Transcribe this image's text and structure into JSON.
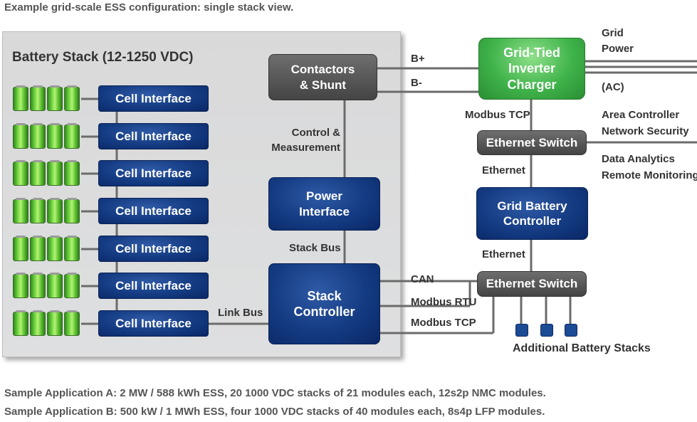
{
  "caption": "Example grid-scale ESS configuration: single stack view.",
  "stack_title": "Battery Stack (12-1250 VDC)",
  "cell_interface_label": "Cell Interface",
  "cell_interfaces": [
    "Cell Interface",
    "Cell Interface",
    "Cell Interface",
    "Cell Interface",
    "Cell Interface",
    "Cell Interface",
    "Cell Interface"
  ],
  "contactors": {
    "line1": "Contactors",
    "line2": "& Shunt"
  },
  "power_interface": {
    "line1": "Power",
    "line2": "Interface"
  },
  "stack_controller": {
    "line1": "Stack",
    "line2": "Controller"
  },
  "inverter": {
    "line1": "Grid-Tied",
    "line2": "Inverter",
    "line3": "Charger"
  },
  "ethernet_switch": "Ethernet Switch",
  "grid_battery_controller": {
    "line1": "Grid Battery",
    "line2": "Controller"
  },
  "labels": {
    "b_plus": "B+",
    "b_minus": "B-",
    "control_meas_1": "Control &",
    "control_meas_2": "Measurement",
    "stack_bus": "Stack Bus",
    "link_bus": "Link Bus",
    "can": "CAN",
    "modbus_rtu": "Modbus RTU",
    "modbus_tcp": "Modbus TCP",
    "modbus_tcp_inverter": "Modbus TCP",
    "grid_power_1": "Grid",
    "grid_power_2": "Power",
    "ac": "(AC)",
    "area_controller": "Area Controller",
    "network_security": "Network Security",
    "data_analytics": "Data Analytics",
    "remote_monitoring": "Remote Monitoring",
    "ethernet_1": "Ethernet",
    "ethernet_2": "Ethernet",
    "additional_stacks": "Additional Battery Stacks"
  },
  "sample_a": "Sample Application A: 2 MW / 588 kWh ESS, 20 1000 VDC stacks of 21 modules each, 12s2p NMC modules.",
  "sample_b": "Sample Application B: 500 kW / 1 MWh ESS, four 1000 VDC stacks of 40 modules each, 8s4p LFP modules."
}
